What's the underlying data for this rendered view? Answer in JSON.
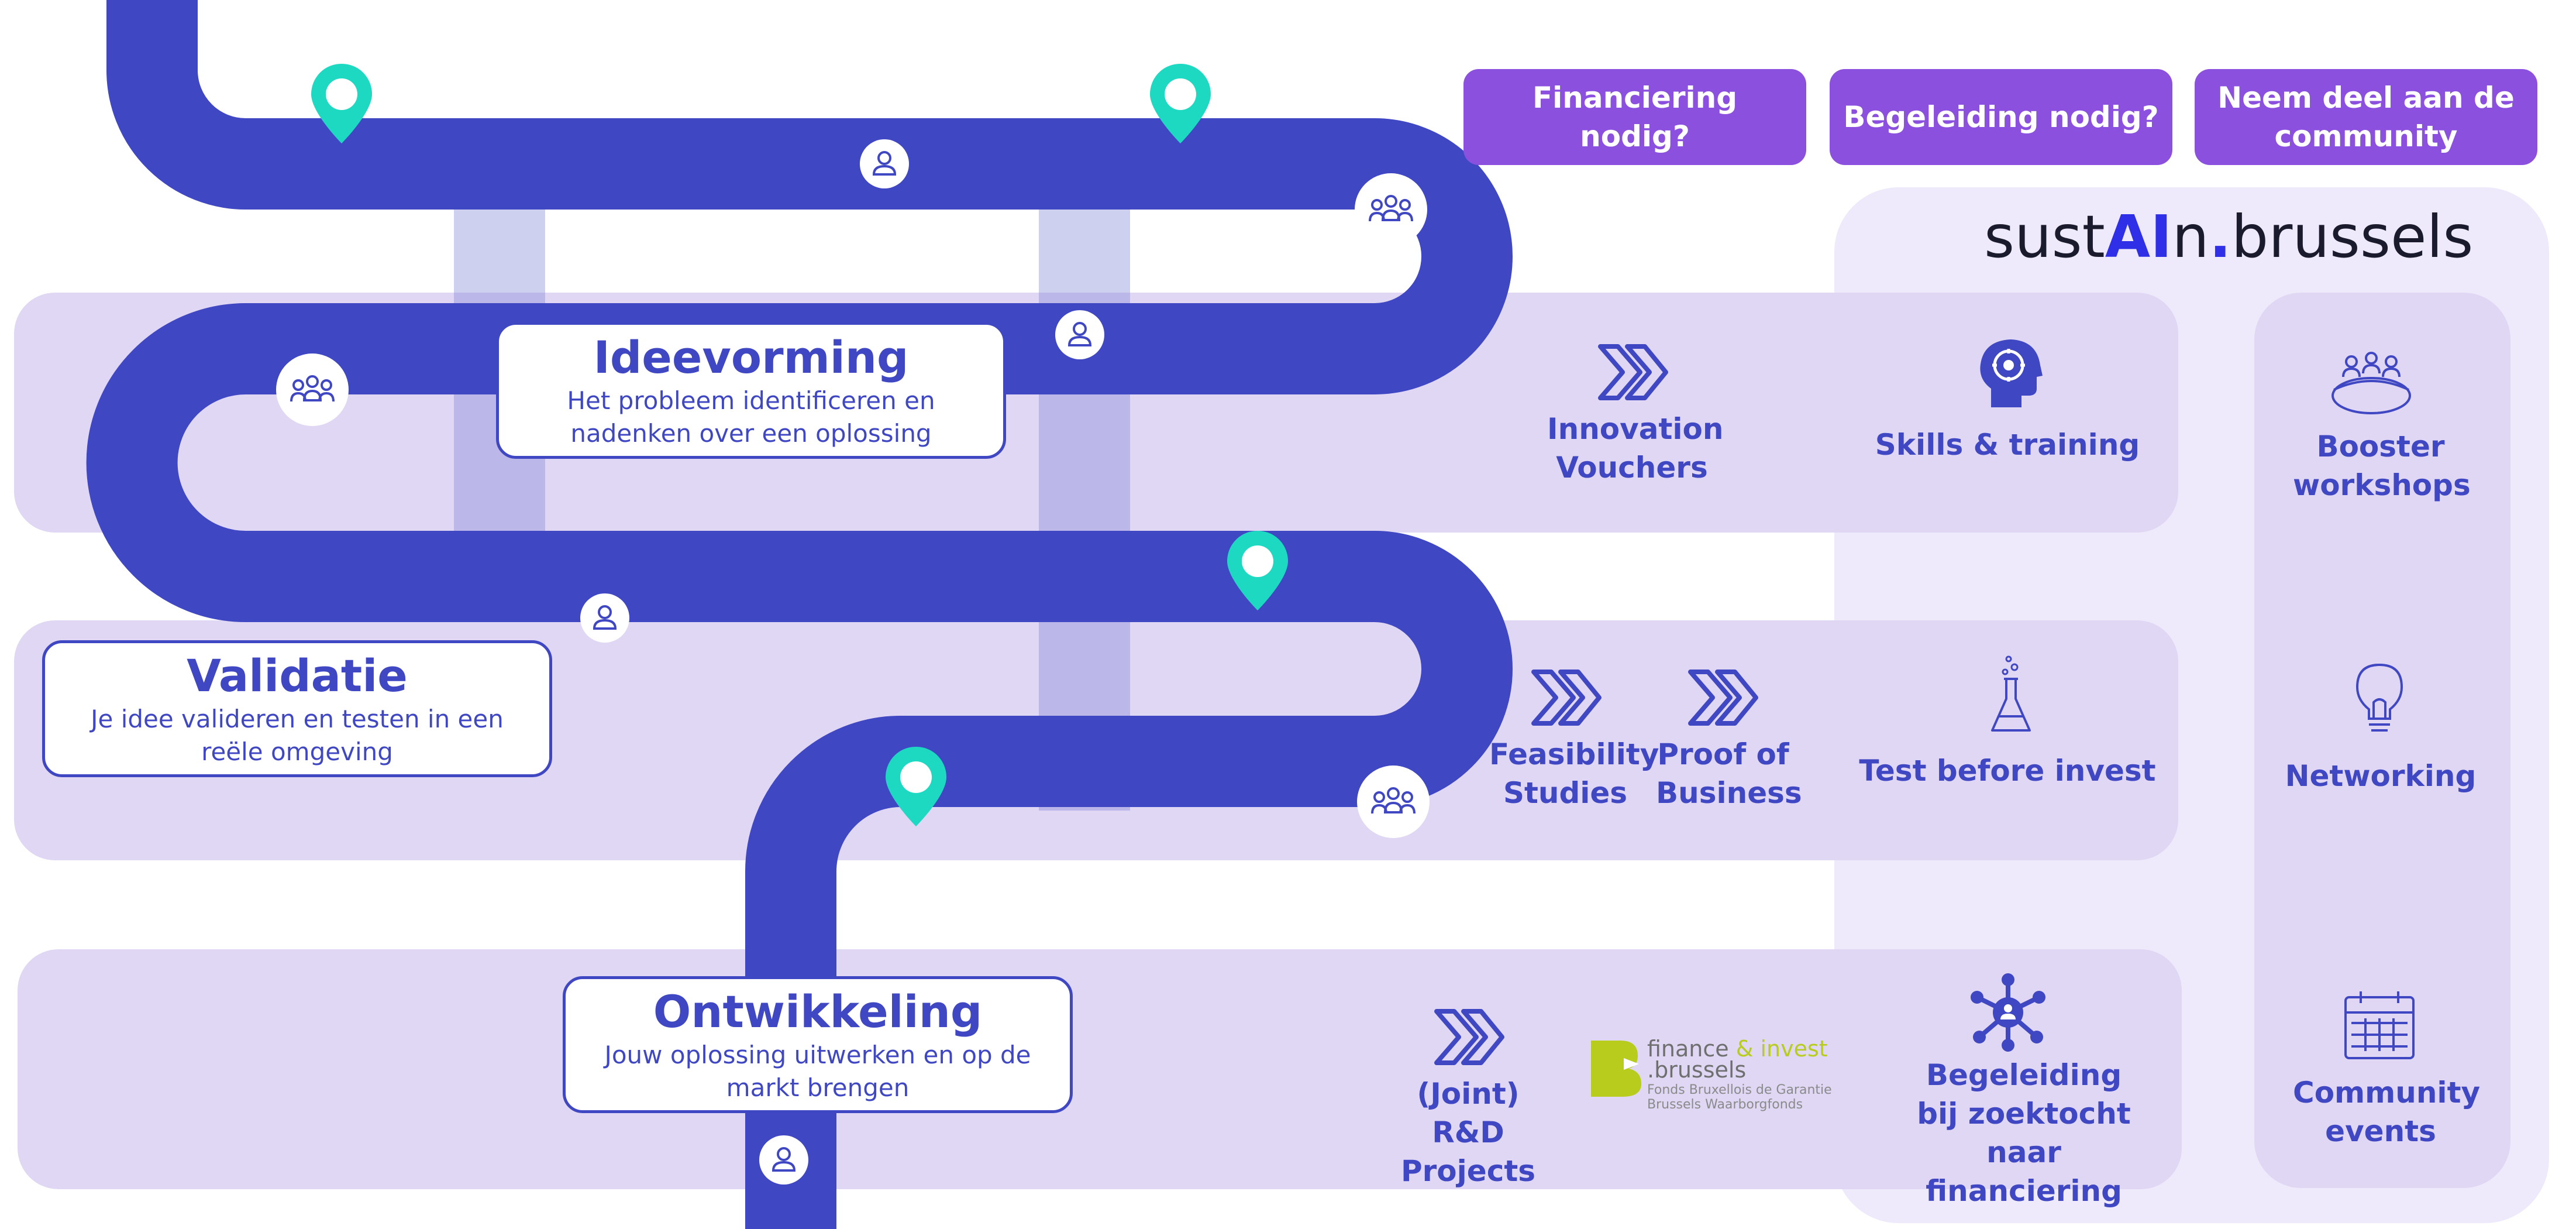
{
  "colors": {
    "road": "#3f47c2",
    "band": "#e0d7f4",
    "panel": "#efeafb",
    "cta": "#8b50de",
    "pin": "#1ed9c2",
    "text": "#3f47c2"
  },
  "cta": {
    "financing": "Financiering nodig?",
    "guidance": "Begeleiding nodig?",
    "community": "Neem deel aan de community"
  },
  "brand": {
    "part1": "sust",
    "part2": "AI",
    "part3": "n",
    "part4": ".",
    "part5": "brussels"
  },
  "stages": {
    "ideation": {
      "title": "Ideevorming",
      "desc": "Het probleem identificeren en nadenken over een oplossing"
    },
    "validation": {
      "title": "Validatie",
      "desc": "Je idee valideren en testen in een reële omgeving"
    },
    "development": {
      "title": "Ontwikkeling",
      "desc": "Jouw oplossing uitwerken en op de markt brengen"
    }
  },
  "financing": {
    "innovation_vouchers": "Innovation Vouchers",
    "feasibility": "Feasibility Studies",
    "proof_of_business": "Proof of Business",
    "rd_projects": "(Joint) R&D Projects",
    "finance_invest": {
      "name_a": "finance",
      "name_b": "& invest",
      "name_c": ".brussels",
      "sub1": "Fonds Bruxellois de Garantie",
      "sub2": "Brussels Waarborgfonds"
    }
  },
  "guidance": {
    "skills": "Skills & training",
    "test_before_invest": "Test before invest",
    "financing_search": "Begeleiding bij zoektocht naar financiering"
  },
  "community": {
    "booster": "Booster workshops",
    "networking": "Networking",
    "events": "Community events"
  },
  "icons": [
    "double-chevron-icon",
    "brain-head-icon",
    "flask-icon",
    "network-icon",
    "meeting-table-icon",
    "lightbulb-icon",
    "calendar-icon",
    "person-icon",
    "group-icon",
    "map-pin-icon"
  ]
}
